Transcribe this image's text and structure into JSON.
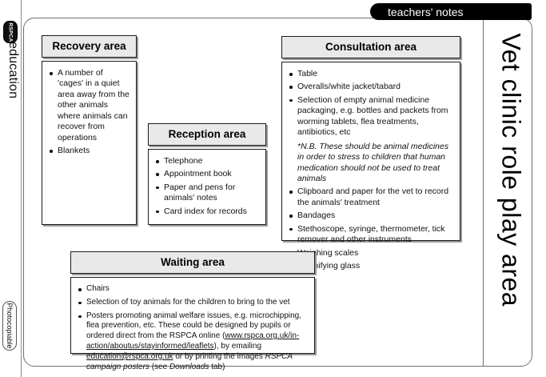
{
  "banner": {
    "label": "teachers' notes"
  },
  "left_rail": {
    "logo_text": "RSPCA",
    "education_label": "education",
    "photocopiable_label": "Photocopiable"
  },
  "vertical_title": "Vet clinic role play area",
  "cards": {
    "recovery": {
      "title": "Recovery area",
      "items": [
        "A number of 'cages' in a quiet area away from the other animals where animals can recover from operations",
        "Blankets"
      ]
    },
    "reception": {
      "title": "Reception area",
      "items": [
        "Telephone",
        "Appointment book",
        "Paper and pens for animals' notes",
        "Card index for records"
      ]
    },
    "consultation": {
      "title": "Consultation area",
      "items_before_note": [
        "Table",
        "Overalls/white jacket/tabard",
        "Selection of empty animal medicine packaging, e.g. bottles and packets from worming tablets, flea treatments, antibiotics, etc"
      ],
      "note": "*N.B. These should be animal medicines in order to stress to children that human medication should not be used to treat animals",
      "items_after_note": [
        "Clipboard and paper for the vet to record the animals' treatment",
        "Bandages",
        "Stethoscope, syringe, thermometer, tick remover and other instruments",
        "Weighing scales",
        "Magnifying glass"
      ]
    },
    "waiting": {
      "title": "Waiting area",
      "item_chairs": "Chairs",
      "item_toys": "Selection of toy animals for the children to bring to the vet",
      "posters": {
        "part1": "Posters promoting animal welfare issues, e.g. microchipping, flea prevention, etc. These could be designed by pupils or ordered direct from the RSPCA online (",
        "link_url": "www.rspca.org.uk/in-action/aboutus/stayinformed/leaflets",
        "part2": "), by emailing ",
        "link_email": "education@rspca.org.uk",
        "part3": " or by printing the images ",
        "italic1": "RSPCA campaign posters",
        "part4": " (see ",
        "italic2": "Downloads",
        "part5": " tab)"
      }
    }
  },
  "colors": {
    "header_fill": "#e9e9e9",
    "border": "#1b1b1b",
    "banner_bg": "#000000",
    "shadow": "#9a9a9a"
  }
}
